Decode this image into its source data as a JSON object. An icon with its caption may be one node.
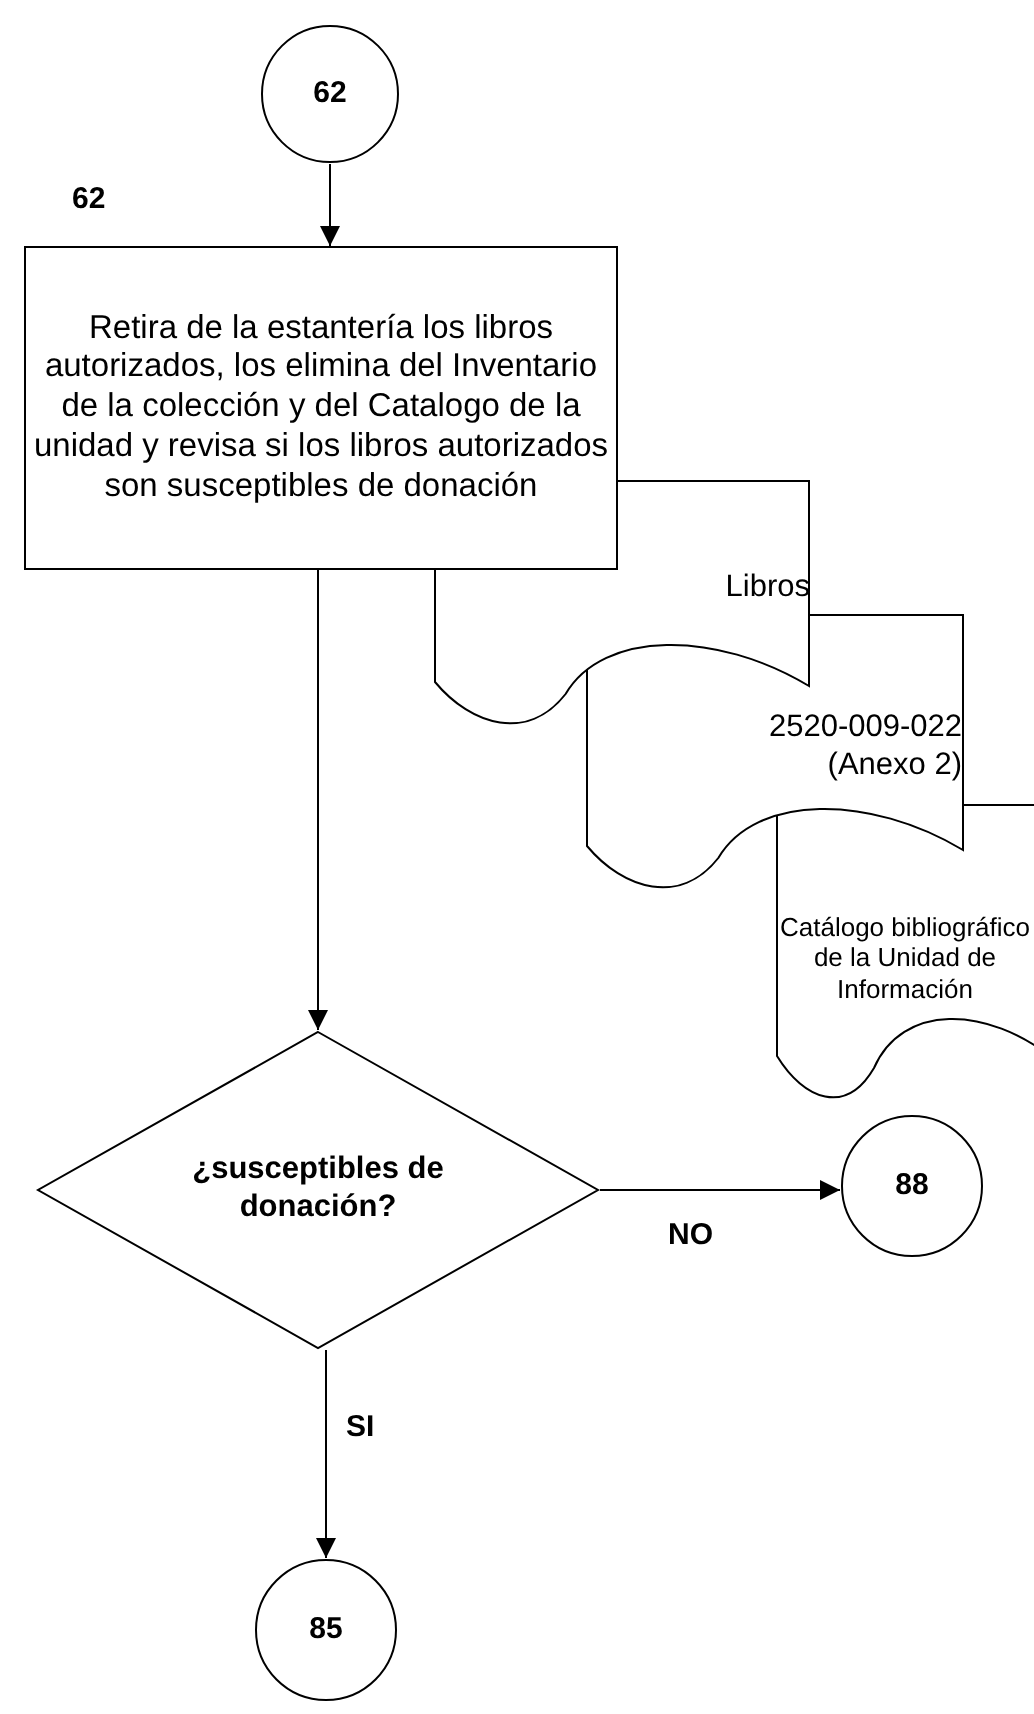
{
  "diagram": {
    "nodes": [
      {
        "text": [
          "62"
        ]
      },
      {
        "text": [
          "Retira de la estantería los libros autorizados, los elimina del Inventario de la colección y del Catalogo de la unidad y revisa si los libros autorizados son susceptibles de donación"
        ],
        "beside": [
          "62"
        ]
      },
      {
        "text": [
          "Libros"
        ]
      },
      {
        "text": [
          "2520-009-022 (Anexo 2)"
        ]
      },
      {
        "text": [
          "Catálogo bibliográfico de la Unidad de Información"
        ]
      },
      {
        "text": [
          "¿susceptibles de donación?"
        ]
      },
      {
        "text": [
          "88"
        ]
      },
      {
        "text": [
          "85"
        ]
      }
    ],
    "edges": [
      {
        "from": 0,
        "to": 1,
        "arrow": "to"
      },
      {
        "from": 1,
        "to": 5,
        "arrow": "to"
      },
      {
        "from": 5,
        "to": 6,
        "arrow": "to",
        "label": "NO"
      },
      {
        "from": 5,
        "to": 7,
        "arrow": "to",
        "label": "SI"
      }
    ]
  }
}
